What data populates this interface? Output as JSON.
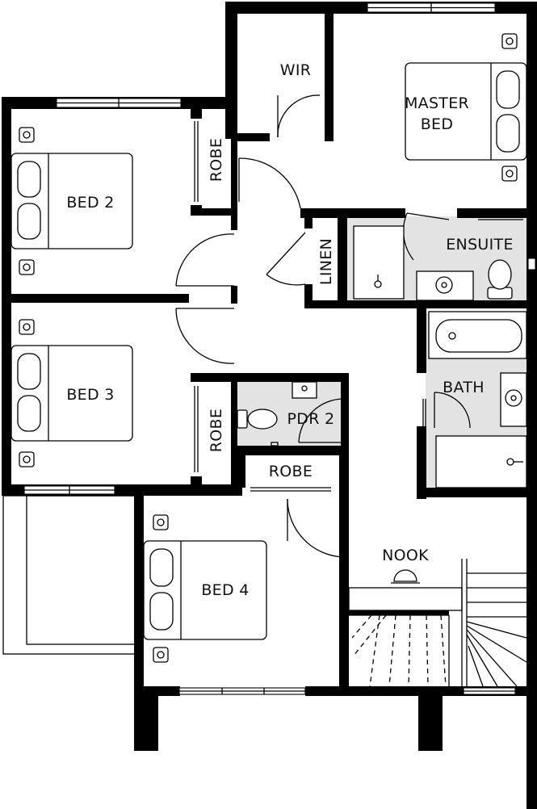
{
  "rooms": {
    "wir": "WIR",
    "master_line1": "MASTER",
    "master_line2": "BED",
    "bed2": "BED 2",
    "bed3": "BED 3",
    "bed4": "BED 4",
    "robe_bed2": "ROBE",
    "robe_bed3": "ROBE",
    "robe_hall": "ROBE",
    "linen": "LINEN",
    "ensuite": "ENSUITE",
    "bath": "BATH",
    "pdr2": "PDR 2",
    "nook": "NOOK"
  },
  "colors": {
    "wall": "#000000",
    "wet_area": "#e3e3e3",
    "background": "#ffffff"
  }
}
